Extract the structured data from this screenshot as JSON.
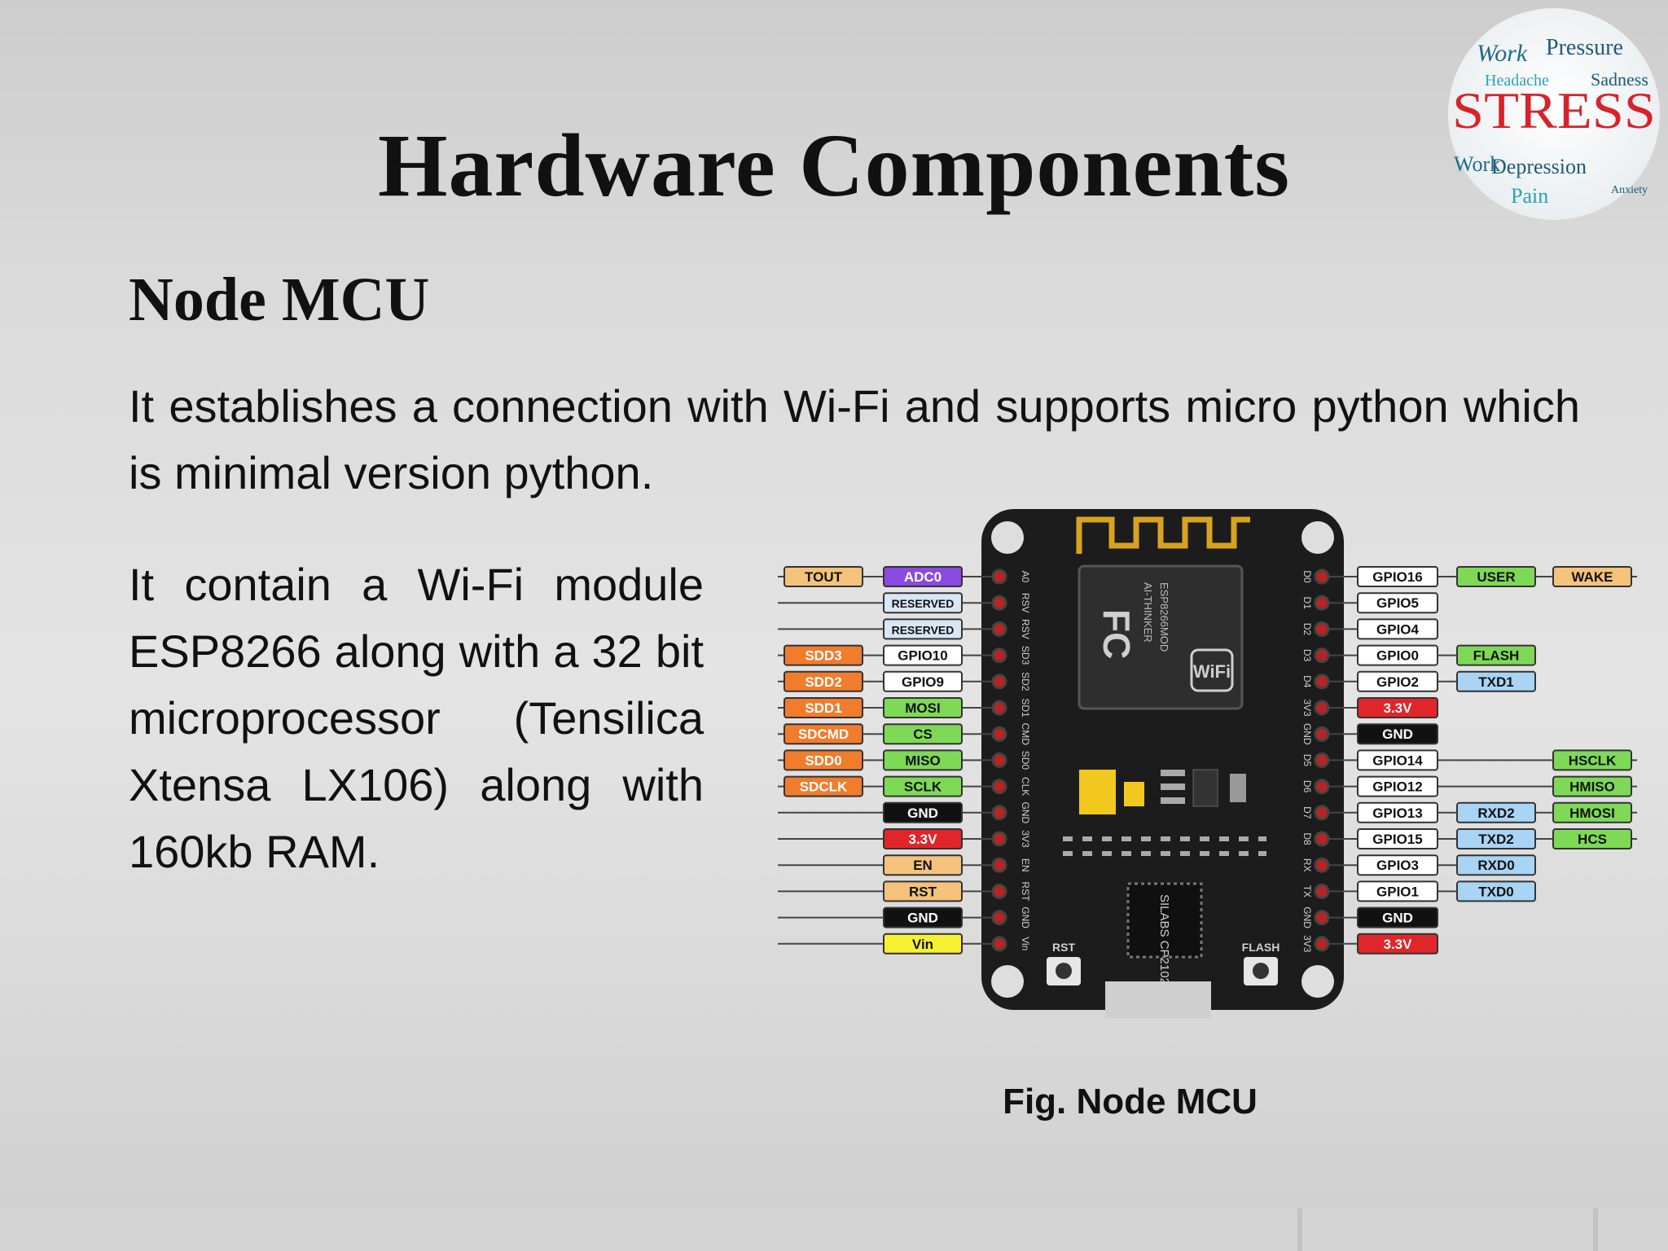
{
  "slide": {
    "title": "Hardware Components",
    "subtitle": "Node MCU",
    "paragraph1": "It establishes a connection with Wi-Fi and supports micro python which is minimal version python.",
    "paragraph2": "It contain a Wi-Fi module ESP8266 along with a 32 bit microprocessor (Tensilica Xtensa LX106) along with 160kb RAM.",
    "caption": "Fig. Node MCU"
  },
  "logo": {
    "main_word": "STRESS",
    "words": [
      "Work",
      "Pressure",
      "Headache",
      "Sadness",
      "Depression",
      "Pain",
      "Work",
      "Anxiety"
    ]
  },
  "diagram": {
    "board_labels": {
      "rst": "RST",
      "flash": "FLASH",
      "chip": "SILABS CP2102",
      "module": "ESP8266MOD",
      "wifi": "WiFi",
      "fc": "FC",
      "vendor": "AI-THINKER"
    },
    "left_pins": [
      {
        "outer": "TOUT",
        "outer_color": "#f4c27a",
        "inner": "ADC0",
        "inner_color": "#8a4ae0",
        "pin": "A0"
      },
      {
        "outer": "",
        "outer_color": "",
        "inner": "RESERVED",
        "inner_color": "#d9e6f5",
        "pin": "RSV"
      },
      {
        "outer": "",
        "outer_color": "",
        "inner": "RESERVED",
        "inner_color": "#d9e6f5",
        "pin": "RSV"
      },
      {
        "outer": "SDD3",
        "outer_color": "#f07c2c",
        "inner": "GPIO10",
        "inner_color": "#ffffff",
        "pin": "SD3"
      },
      {
        "outer": "SDD2",
        "outer_color": "#f07c2c",
        "inner": "GPIO9",
        "inner_color": "#ffffff",
        "pin": "SD2"
      },
      {
        "outer": "SDD1",
        "outer_color": "#f07c2c",
        "inner": "MOSI",
        "inner_color": "#7ed957",
        "pin": "SD1"
      },
      {
        "outer": "SDCMD",
        "outer_color": "#f07c2c",
        "inner": "CS",
        "inner_color": "#7ed957",
        "pin": "CMD"
      },
      {
        "outer": "SDD0",
        "outer_color": "#f07c2c",
        "inner": "MISO",
        "inner_color": "#7ed957",
        "pin": "SD0"
      },
      {
        "outer": "SDCLK",
        "outer_color": "#f07c2c",
        "inner": "SCLK",
        "inner_color": "#7ed957",
        "pin": "CLK"
      },
      {
        "outer": "",
        "outer_color": "",
        "inner": "GND",
        "inner_color": "#111111",
        "pin": "GND"
      },
      {
        "outer": "",
        "outer_color": "",
        "inner": "3.3V",
        "inner_color": "#e0262a",
        "pin": "3V3"
      },
      {
        "outer": "",
        "outer_color": "",
        "inner": "EN",
        "inner_color": "#f4c27a",
        "pin": "EN"
      },
      {
        "outer": "",
        "outer_color": "",
        "inner": "RST",
        "inner_color": "#f4c27a",
        "pin": "RST"
      },
      {
        "outer": "",
        "outer_color": "",
        "inner": "GND",
        "inner_color": "#111111",
        "pin": "GND"
      },
      {
        "outer": "",
        "outer_color": "",
        "inner": "Vin",
        "inner_color": "#f5f032",
        "pin": "Vin"
      }
    ],
    "right_pins": [
      {
        "pin": "D0",
        "gpio": "GPIO16",
        "gpio_color": "#ffffff",
        "f1": "USER",
        "f1_color": "#7ed957",
        "f2": "WAKE",
        "f2_color": "#f4c27a"
      },
      {
        "pin": "D1",
        "gpio": "GPIO5",
        "gpio_color": "#ffffff",
        "f1": "",
        "f1_color": "",
        "f2": "",
        "f2_color": ""
      },
      {
        "pin": "D2",
        "gpio": "GPIO4",
        "gpio_color": "#ffffff",
        "f1": "",
        "f1_color": "",
        "f2": "",
        "f2_color": ""
      },
      {
        "pin": "D3",
        "gpio": "GPIO0",
        "gpio_color": "#ffffff",
        "f1": "FLASH",
        "f1_color": "#7ed957",
        "f2": "",
        "f2_color": ""
      },
      {
        "pin": "D4",
        "gpio": "GPIO2",
        "gpio_color": "#ffffff",
        "f1": "TXD1",
        "f1_color": "#a8d4f5",
        "f2": "",
        "f2_color": ""
      },
      {
        "pin": "3V3",
        "gpio": "3.3V",
        "gpio_color": "#e0262a",
        "f1": "",
        "f1_color": "",
        "f2": "",
        "f2_color": ""
      },
      {
        "pin": "GND",
        "gpio": "GND",
        "gpio_color": "#111111",
        "f1": "",
        "f1_color": "",
        "f2": "",
        "f2_color": ""
      },
      {
        "pin": "D5",
        "gpio": "GPIO14",
        "gpio_color": "#ffffff",
        "f1": "",
        "f1_color": "",
        "f2": "HSCLK",
        "f2_color": "#7ed957"
      },
      {
        "pin": "D6",
        "gpio": "GPIO12",
        "gpio_color": "#ffffff",
        "f1": "",
        "f1_color": "",
        "f2": "HMISO",
        "f2_color": "#7ed957"
      },
      {
        "pin": "D7",
        "gpio": "GPIO13",
        "gpio_color": "#ffffff",
        "f1": "RXD2",
        "f1_color": "#a8d4f5",
        "f2": "HMOSI",
        "f2_color": "#7ed957"
      },
      {
        "pin": "D8",
        "gpio": "GPIO15",
        "gpio_color": "#ffffff",
        "f1": "TXD2",
        "f1_color": "#a8d4f5",
        "f2": "HCS",
        "f2_color": "#7ed957"
      },
      {
        "pin": "RX",
        "gpio": "GPIO3",
        "gpio_color": "#ffffff",
        "f1": "RXD0",
        "f1_color": "#a8d4f5",
        "f2": "",
        "f2_color": ""
      },
      {
        "pin": "TX",
        "gpio": "GPIO1",
        "gpio_color": "#ffffff",
        "f1": "TXD0",
        "f1_color": "#a8d4f5",
        "f2": "",
        "f2_color": ""
      },
      {
        "pin": "GND",
        "gpio": "GND",
        "gpio_color": "#111111",
        "f1": "",
        "f1_color": "",
        "f2": "",
        "f2_color": ""
      },
      {
        "pin": "3V3",
        "gpio": "3.3V",
        "gpio_color": "#e0262a",
        "f1": "",
        "f1_color": "",
        "f2": "",
        "f2_color": ""
      }
    ]
  }
}
